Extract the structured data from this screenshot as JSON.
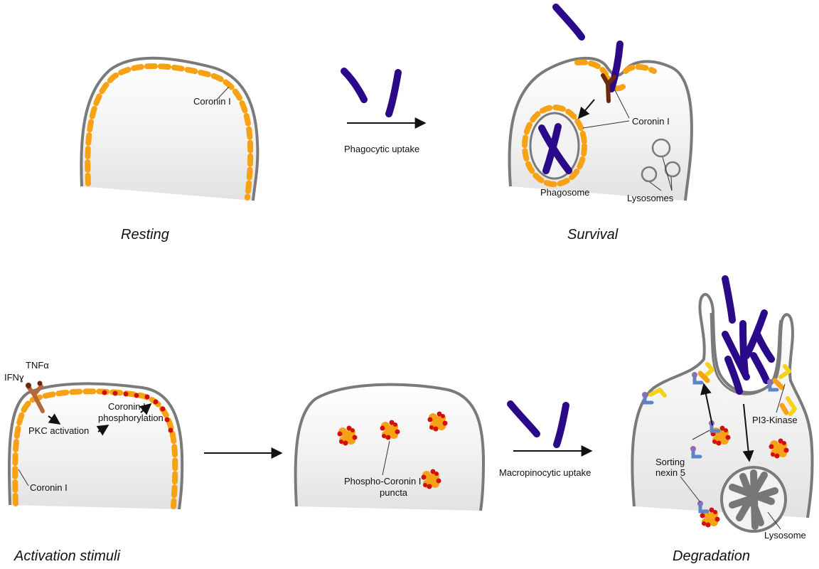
{
  "panels": {
    "resting": {
      "title": "Resting",
      "coronin_label": "Coronin I"
    },
    "survival": {
      "title": "Survival",
      "coronin_label": "Coronin I",
      "phagosome_label": "Phagosome",
      "lysosomes_label": "Lysosomes"
    },
    "activation": {
      "title": "Activation stimuli",
      "tnf_label": "TNFα",
      "ifn_label": "IFNɣ",
      "pkc_label": "PKC activation",
      "phosphorylation_label_1": "Coronin I",
      "phosphorylation_label_2": "phosphorylation",
      "coronin_label": "Coronin I"
    },
    "puncta": {
      "label_line1": "Phospho-Coronin I",
      "label_line2": "puncta"
    },
    "degradation": {
      "title": "Degradation",
      "pi3k_label": "PI3-Kinase",
      "snx_line1": "Sorting",
      "snx_line2": "nexin 5",
      "lysosome_label": "Lysosome"
    }
  },
  "transitions": {
    "phagocytic": "Phagocytic uptake",
    "macropinocytic": "Macropinocytic uptake"
  },
  "colors": {
    "coronin": "#f7a215",
    "phospho": "#d10f0f",
    "bacteria": "#2b0a8a",
    "membrane": "#7a7a7a",
    "receptor": "#b5683a",
    "pi3k": "#f5d21a",
    "snx5": "#5b84c9"
  }
}
